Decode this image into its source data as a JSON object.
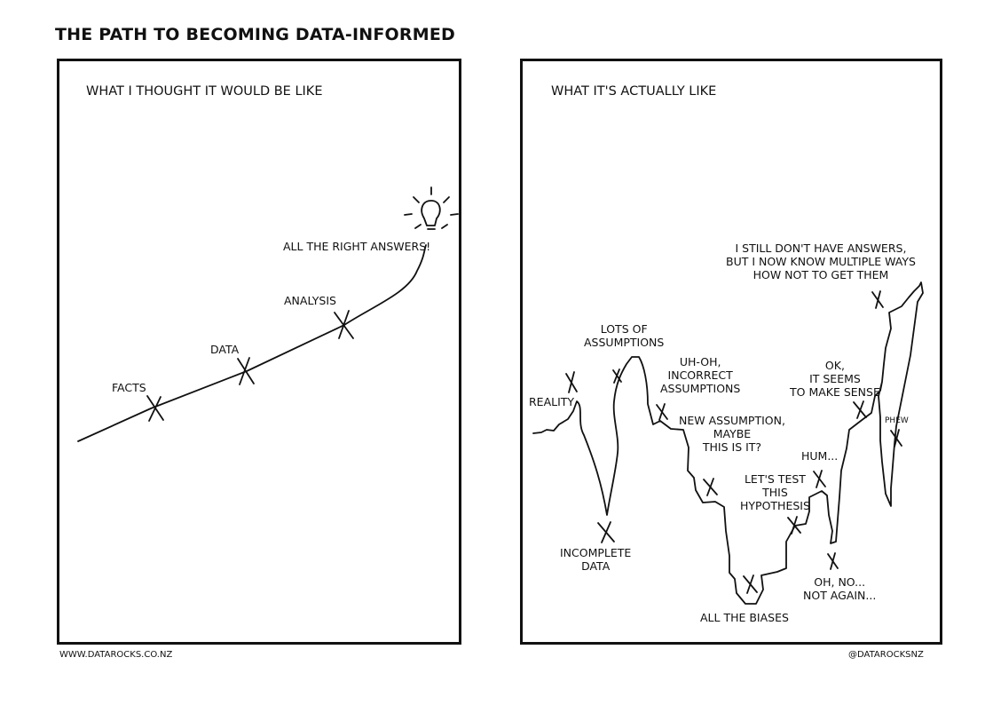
{
  "title": "THE PATH TO BECOMING DATA-INFORMED",
  "left_panel": {
    "heading": "WHAT I THOUGHT IT WOULD BE LIKE",
    "labels": {
      "facts": "FACTS",
      "data": "DATA",
      "analysis": "ANALYSIS",
      "answers": "ALL THE RIGHT ANSWERS!"
    },
    "icon": "lightbulb-icon"
  },
  "right_panel": {
    "heading": "WHAT IT'S ACTUALLY LIKE",
    "labels": {
      "reality": "REALITY",
      "incomplete": "INCOMPLETE\nDATA",
      "lots": "LOTS OF\nASSUMPTIONS",
      "uhoh": "UH-OH,\nINCORRECT\nASSUMPTIONS",
      "new_assumption": "NEW ASSUMPTION,\nMAYBE\nTHIS IS IT?",
      "test": "LET'S TEST\nTHIS\nHYPOTHESIS",
      "biases": "ALL THE BIASES",
      "hum": "HUM...",
      "oh_no": "OH, NO...\nNOT AGAIN...",
      "ok": "OK,\nIT SEEMS\nTO MAKE SENSE",
      "phew": "PHEW",
      "still": "I STILL DON'T HAVE ANSWERS,\nBUT I NOW KNOW MULTIPLE WAYS\nHOW NOT TO GET THEM"
    }
  },
  "footer": {
    "left": "WWW.DATAROCKS.CO.NZ",
    "right": "@DATAROCKSNZ"
  }
}
